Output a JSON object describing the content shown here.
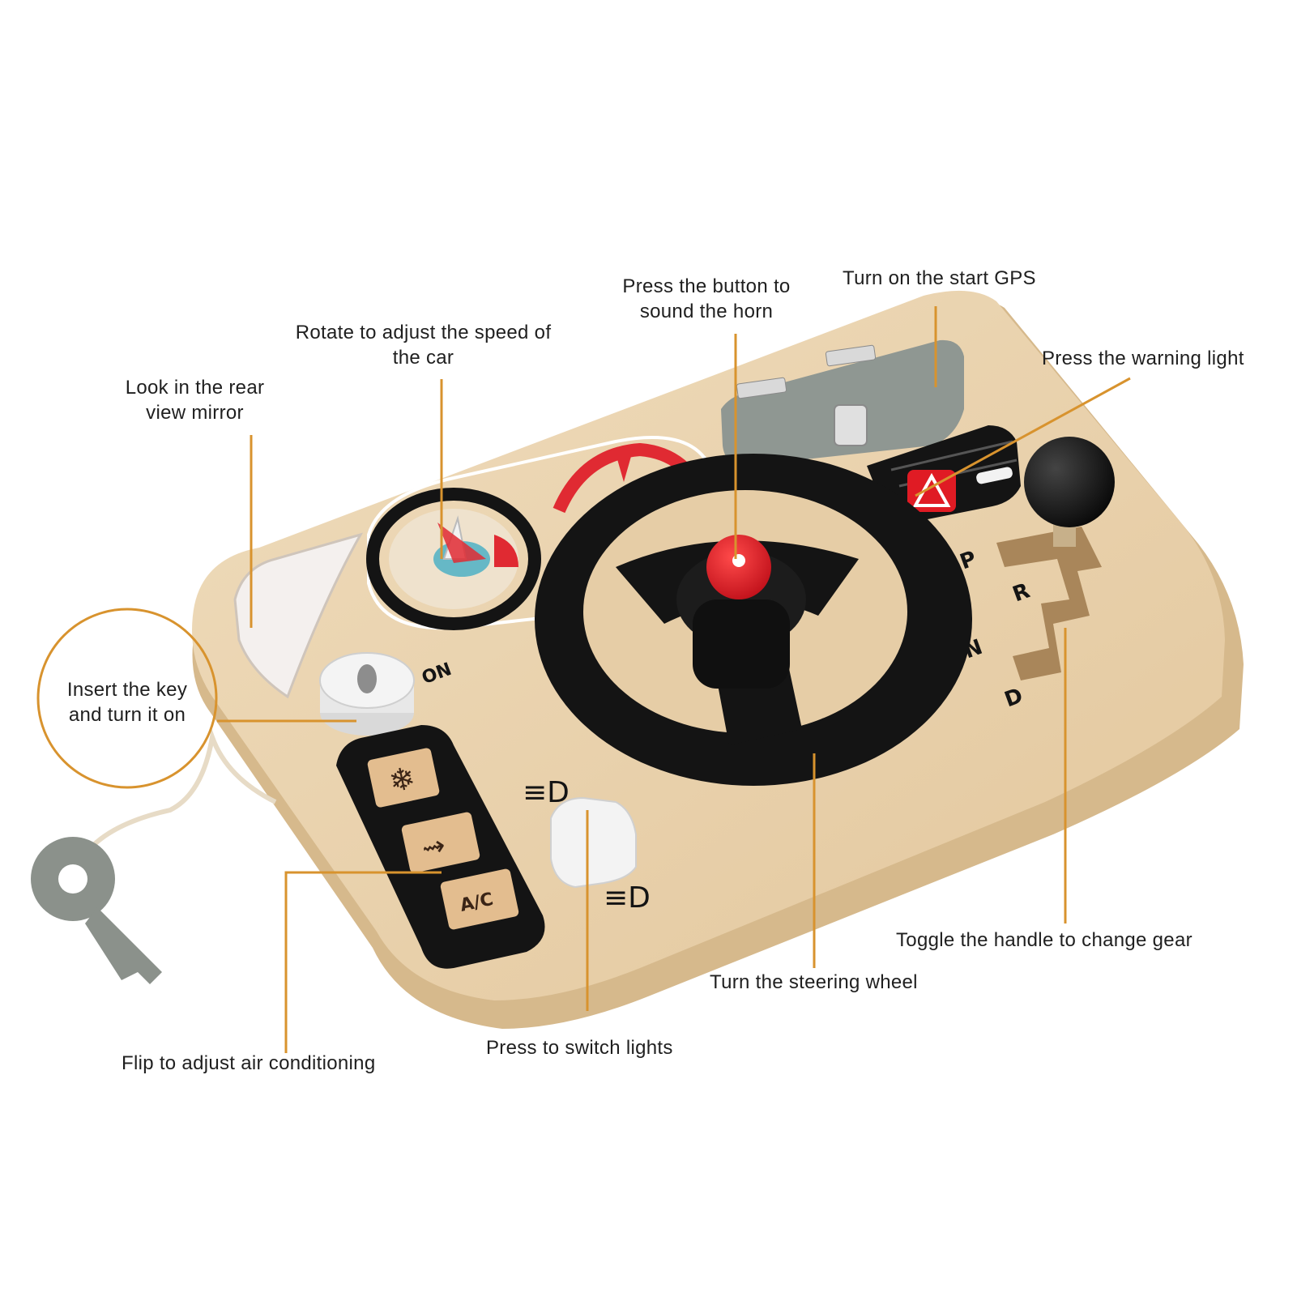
{
  "labels": {
    "rear_mirror": "Look in the rear\nview mirror",
    "speed": "Rotate to adjust the speed of\nthe car",
    "horn": "Press the button to\nsound the horn",
    "gps": "Turn on the start GPS",
    "warning": "Press the warning light",
    "key": "Insert the key\nand turn it on",
    "gear": "Toggle the handle to change gear",
    "steering": "Turn the steering wheel",
    "lights": "Press to switch lights",
    "ac": "Flip to adjust air conditioning"
  },
  "board_print": {
    "on": "ON",
    "gears": [
      "P",
      "R",
      "N",
      "D"
    ],
    "ac_button": "A/C"
  },
  "colors": {
    "callout_line": "#d8932e",
    "wood": "#e9d3b0",
    "wood_edge": "#d9be92",
    "black_part": "#141414",
    "horn_red": "#e01b24",
    "gps_panel": "#8f9792",
    "key_gray": "#8b918b"
  }
}
